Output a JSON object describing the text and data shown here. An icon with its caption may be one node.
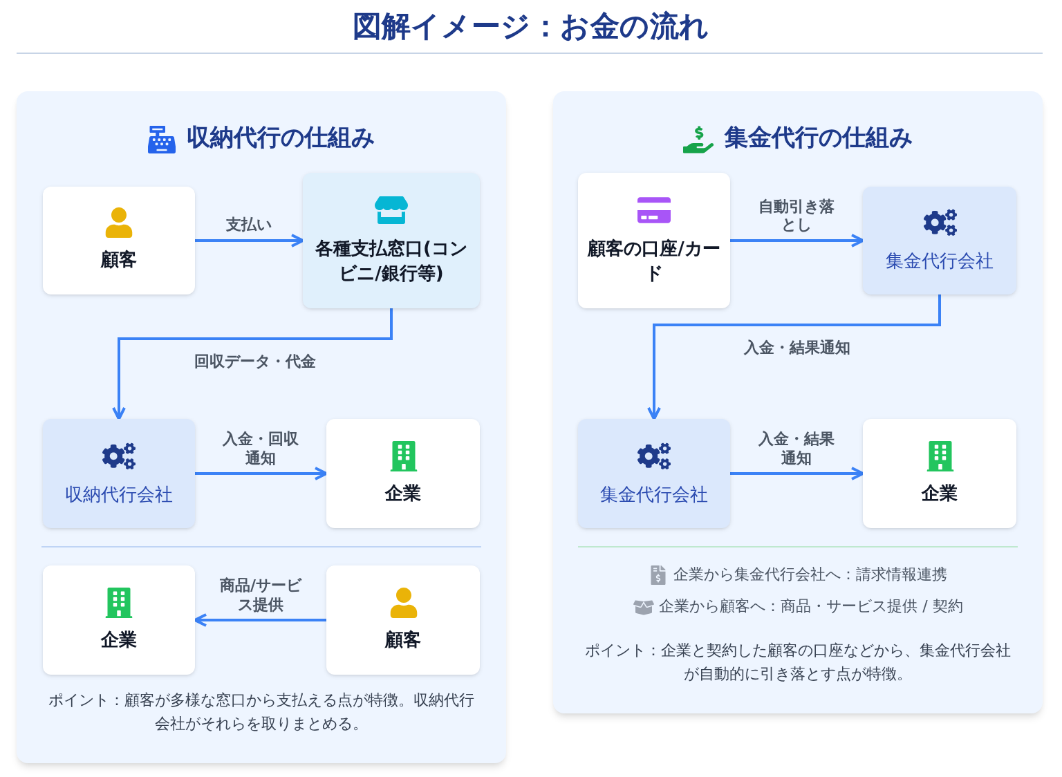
{
  "diagram": {
    "title": "図解イメージ：お金の流れ",
    "nodes": [
      {
        "text": [
          "収納代行の仕組み"
        ]
      },
      {
        "text": [
          "顧客"
        ],
        "in": 0
      },
      {
        "text": [
          "各種支払窓口(コンビニ/銀行等)"
        ],
        "in": 0
      },
      {
        "text": [
          "収納代行会社"
        ],
        "in": 0
      },
      {
        "text": [
          "企業"
        ],
        "in": 0
      },
      {
        "text": [
          "企業"
        ],
        "in": 0
      },
      {
        "text": [
          "顧客"
        ],
        "in": 0
      },
      {
        "text": [
          "集金代行の仕組み"
        ]
      },
      {
        "text": [
          "顧客の口座/カード"
        ],
        "in": 7
      },
      {
        "text": [
          "集金代行会社"
        ],
        "in": 7
      },
      {
        "text": [
          "集金代行会社"
        ],
        "in": 7
      },
      {
        "text": [
          "企業"
        ],
        "in": 7
      }
    ],
    "edges": [
      {
        "from": 1,
        "to": 2,
        "arrow": "to",
        "label": "支払い"
      },
      {
        "from": 2,
        "to": 3,
        "arrow": "to",
        "label": "回収データ・代金"
      },
      {
        "from": 3,
        "to": 4,
        "arrow": "to",
        "label": "入金・回収通知"
      },
      {
        "from": 6,
        "to": 5,
        "arrow": "to",
        "label": "商品/サービス提供"
      },
      {
        "from": 8,
        "to": 9,
        "arrow": "to",
        "label": "自動引き落とし"
      },
      {
        "from": 9,
        "to": 10,
        "arrow": "to",
        "label": "入金・結果通知"
      },
      {
        "from": 10,
        "to": 11,
        "arrow": "to",
        "label": "入金・結果通知"
      }
    ],
    "labels": [
      "ポイント：顧客が多様な窓口から支払える点が特徴。収納代行会社がそれらを取りまとめる。",
      "企業から集金代行会社へ：請求情報連携",
      "企業から顧客へ：商品・サービス提供 / 契約",
      "ポイント：企業と契約した顧客の口座などから、集金代行会社が自動的に引き落とす点が特徴。"
    ]
  }
}
